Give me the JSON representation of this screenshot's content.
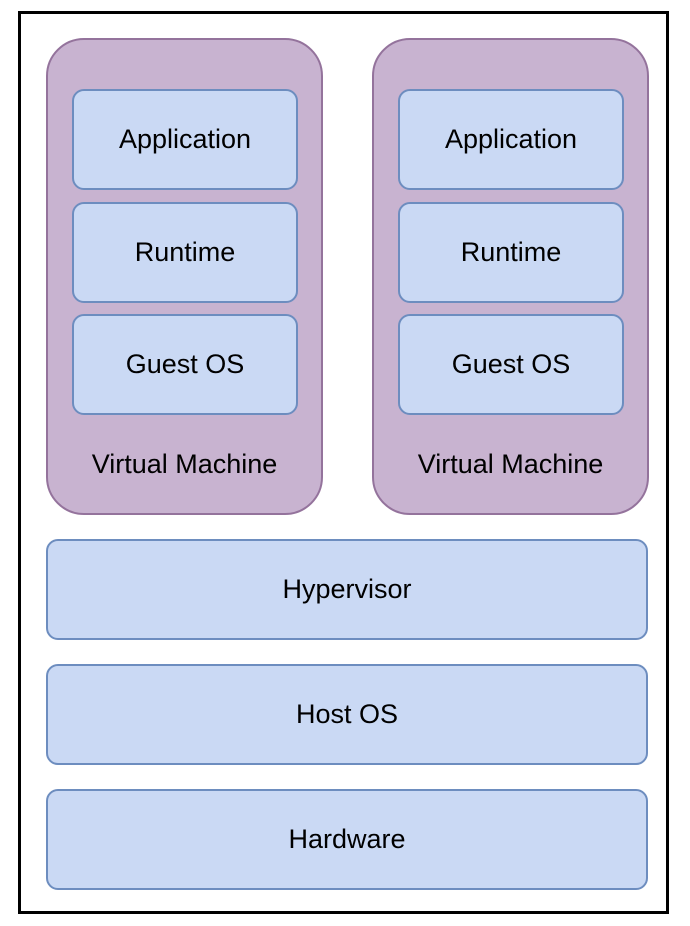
{
  "virtual_machines": [
    {
      "label": "Virtual Machine",
      "layers": [
        "Application",
        "Runtime",
        "Guest OS"
      ]
    },
    {
      "label": "Virtual Machine",
      "layers": [
        "Application",
        "Runtime",
        "Guest OS"
      ]
    }
  ],
  "stack": {
    "hypervisor": "Hypervisor",
    "host_os": "Host OS",
    "hardware": "Hardware"
  },
  "colors": {
    "vm_fill": "#c8b3d0",
    "vm_border": "#94739c",
    "layer_fill": "#cad9f4",
    "layer_border": "#6d8dbf",
    "frame_border": "#000000"
  }
}
